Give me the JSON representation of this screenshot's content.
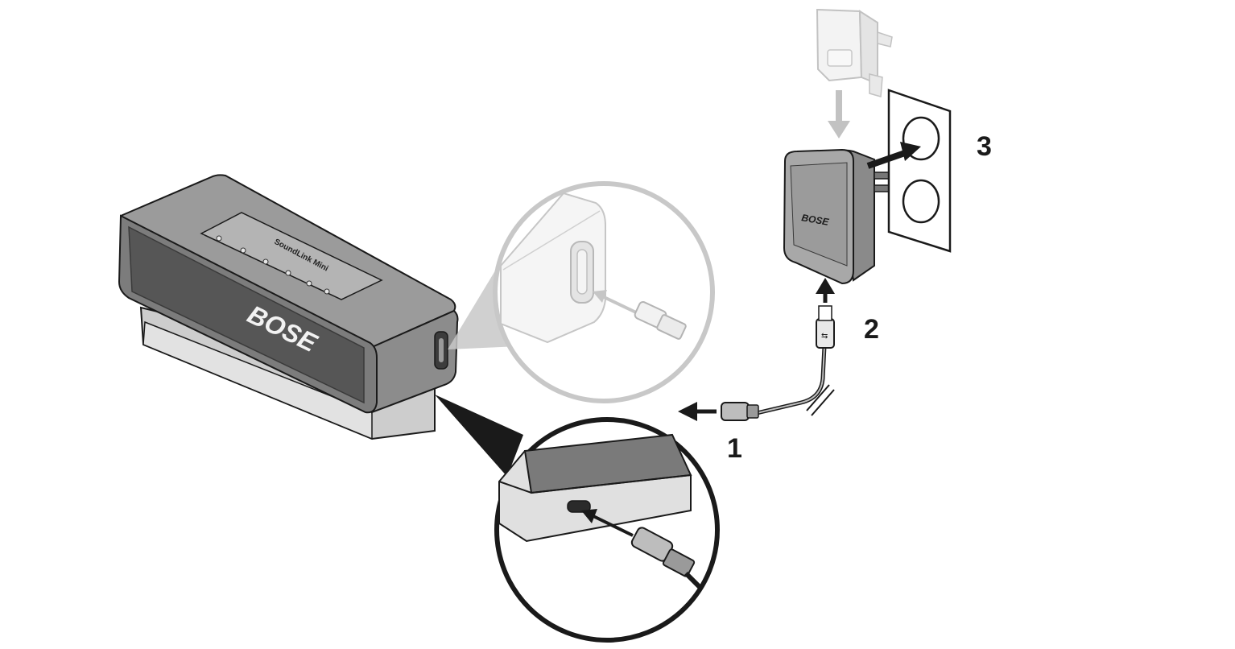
{
  "steps": [
    {
      "number": "1"
    },
    {
      "number": "2"
    },
    {
      "number": "3"
    }
  ],
  "logos": {
    "speaker_front": "BOSE",
    "speaker_top": "SoundLink Mini",
    "adapter": "BOSE"
  },
  "colors": {
    "speaker_body": "#7c7c7c",
    "speaker_grille": "#565656",
    "speaker_base": "#cdcdcd",
    "adapter_body": "#a8a8a8",
    "outline": "#1a1a1a",
    "callout_gray": "#c8c8c8",
    "arrow_dark": "#2a2a2a",
    "arrow_light": "#c2c2c2"
  },
  "icons": [
    "usb-plug-icon",
    "micro-usb-plug-icon",
    "wall-outlet-icon",
    "power-adapter-icon",
    "arrow-icon"
  ]
}
